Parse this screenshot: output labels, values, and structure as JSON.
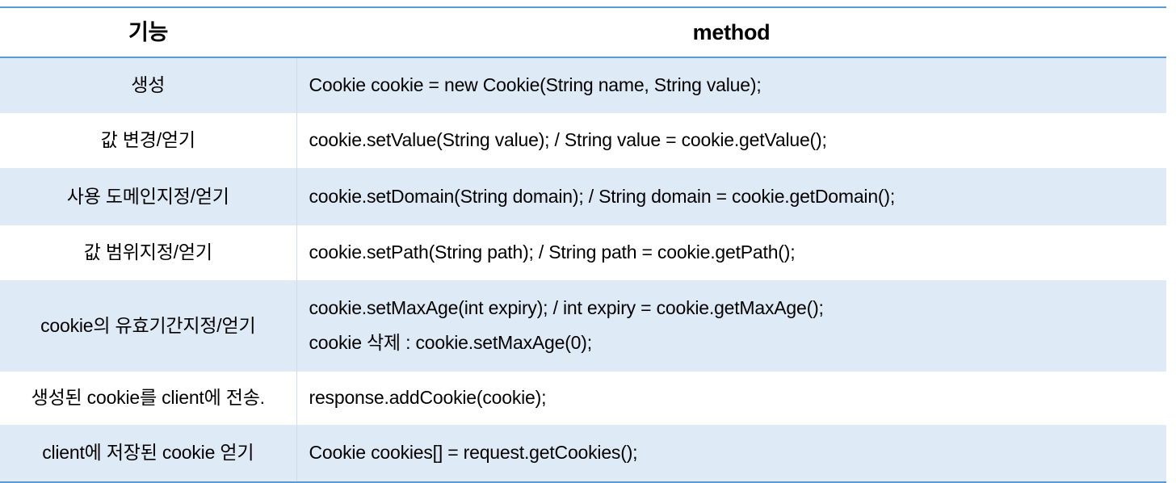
{
  "table": {
    "headers": {
      "feature": "기능",
      "method": "method"
    },
    "accent_color": "#5b9bd5",
    "shaded_row_color": "#deeaf6",
    "rows": [
      {
        "feature": "생성",
        "method_lines": [
          "Cookie cookie = new Cookie(String name, String value);"
        ]
      },
      {
        "feature": "값 변경/얻기",
        "method_lines": [
          "cookie.setValue(String value); / String value = cookie.getValue();"
        ]
      },
      {
        "feature": "사용 도메인지정/얻기",
        "method_lines": [
          "cookie.setDomain(String domain); / String domain = cookie.getDomain();"
        ]
      },
      {
        "feature": "값 범위지정/얻기",
        "method_lines": [
          "cookie.setPath(String path); / String path = cookie.getPath();"
        ]
      },
      {
        "feature": "cookie의 유효기간지정/얻기",
        "method_lines": [
          "cookie.setMaxAge(int expiry); / int expiry = cookie.getMaxAge();",
          "cookie 삭제 : cookie.setMaxAge(0);"
        ]
      },
      {
        "feature": "생성된 cookie를 client에 전송.",
        "method_lines": [
          "response.addCookie(cookie);"
        ]
      },
      {
        "feature": "client에 저장된 cookie 얻기",
        "method_lines": [
          "Cookie cookies[] = request.getCookies();"
        ]
      }
    ]
  }
}
